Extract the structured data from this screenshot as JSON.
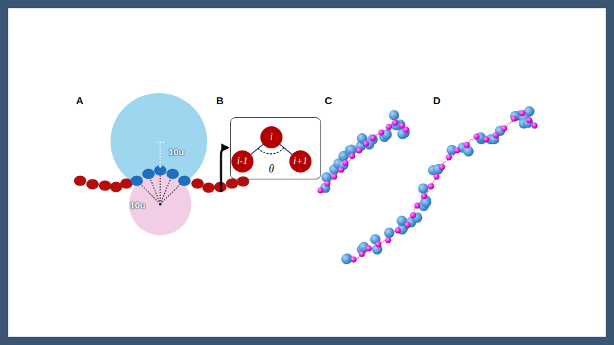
{
  "diagram": {
    "nodes": [
      {
        "text": [
          "θ"
        ]
      },
      {
        "text": [
          "i"
        ],
        "in": 0
      },
      {
        "text": [
          "i-1"
        ],
        "in": 0
      },
      {
        "text": [
          "i+1"
        ],
        "in": 0
      }
    ],
    "edges": [
      {
        "from": 1,
        "to": 2,
        "arrow": "none"
      },
      {
        "from": 1,
        "to": 3,
        "arrow": "none"
      }
    ],
    "labels": [
      "A",
      "B",
      "C",
      "D",
      "10u",
      "10u"
    ]
  }
}
